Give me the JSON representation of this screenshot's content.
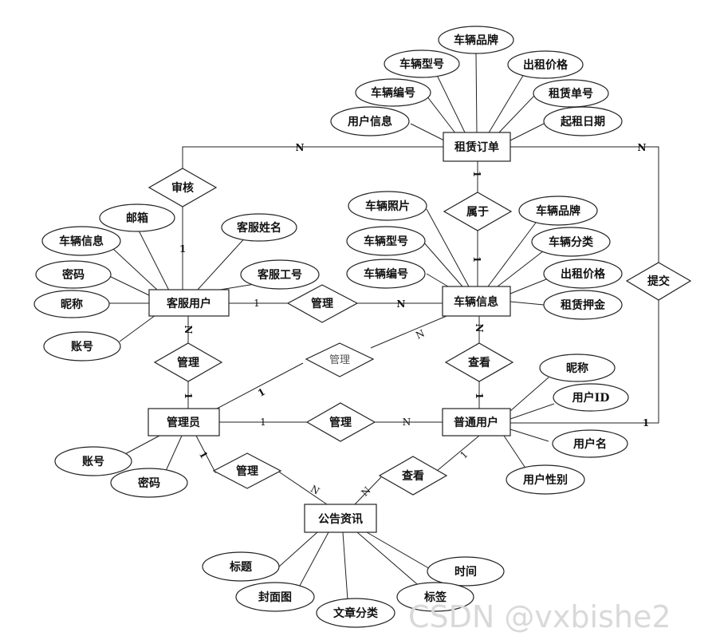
{
  "entities": {
    "rental_order": "租赁订单",
    "cs_user": "客服用户",
    "vehicle_info": "车辆信息",
    "admin": "管理员",
    "regular_user": "普通用户",
    "announcement": "公告资讯"
  },
  "relationships": {
    "review": "审核",
    "belongs_to": "属于",
    "submit": "提交",
    "manage_cs_vehicle": "管理",
    "manage_cs_admin": "管理",
    "manage_admin_vehicle": "管理",
    "manage_admin_user": "管理",
    "view_user_vehicle": "查看",
    "manage_admin_announcement": "管理",
    "view_user_announcement": "查看"
  },
  "attributes": {
    "rental_order": [
      "车辆品牌",
      "车辆型号",
      "出租价格",
      "车辆编号",
      "租赁单号",
      "用户信息",
      "起租日期"
    ],
    "cs_user": [
      "邮箱",
      "客服姓名",
      "车辆信息",
      "密码",
      "客服工号",
      "昵称",
      "账号"
    ],
    "vehicle_info": [
      "车辆照片",
      "车辆品牌",
      "车辆型号",
      "车辆分类",
      "车辆编号",
      "出租价格",
      "租赁押金"
    ],
    "regular_user": [
      "昵称",
      "用户ID",
      "用户名",
      "用户性别"
    ],
    "admin": [
      "账号",
      "密码"
    ],
    "announcement": [
      "标题",
      "时间",
      "封面图",
      "标签",
      "文章分类"
    ]
  },
  "cardinalities": {
    "review_order": "N",
    "review_cs": "1",
    "belongs_order": "1",
    "belongs_vehicle": "1",
    "submit_order": "N",
    "submit_user": "1",
    "cs_vehicle_cs": "1",
    "cs_vehicle_vehicle": "N",
    "cs_admin_cs": "N",
    "cs_admin_admin": "1",
    "admin_vehicle_admin": "1",
    "admin_vehicle_vehicle": "N",
    "admin_user_admin": "1",
    "admin_user_user": "N",
    "view_vehicle": "N",
    "view_user": "1",
    "admin_ann_admin": "1",
    "admin_ann_ann": "N",
    "user_ann_user": "1",
    "user_ann_ann": "N"
  },
  "watermark": "CSDN @vxbishe2"
}
